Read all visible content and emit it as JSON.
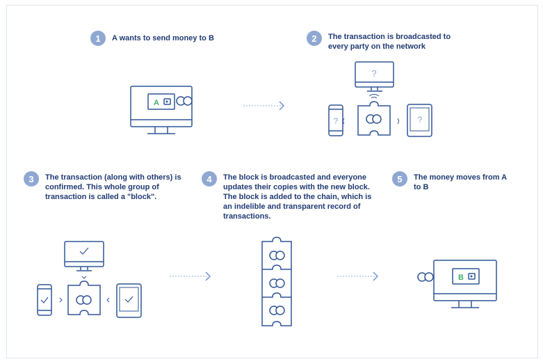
{
  "steps": [
    {
      "num": "1",
      "text": "A wants to send money to B"
    },
    {
      "num": "2",
      "text": "The transaction is broadcasted to every party on the network"
    },
    {
      "num": "3",
      "text": "The transaction (along with others) is confirmed. This whole group of transaction is called a \"block\"."
    },
    {
      "num": "4",
      "text": "The block is broadcasted and everyone updates their copies with the new block. The block is added to the chain, which is an indelible and transparent record of transactions."
    },
    {
      "num": "5",
      "text": "The money moves from A to B"
    }
  ],
  "wallets": {
    "sender": "A",
    "receiver": "B"
  },
  "unknown_mark": "?",
  "colors": {
    "line": "#2f5597",
    "circle": "#8fa8d2",
    "text": "#1f3a73",
    "green": "#3fae6a",
    "arrow": "#8fb0e0"
  }
}
